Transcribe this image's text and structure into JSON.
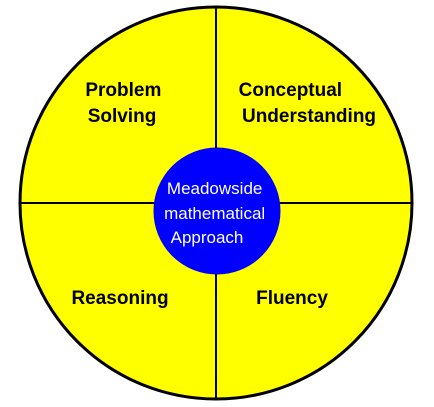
{
  "diagram": {
    "quadrants": [
      {
        "id": "problem-solving",
        "lines": [
          "Problem",
          "Solving"
        ]
      },
      {
        "id": "conceptual-understanding",
        "lines": [
          "Conceptual",
          "Understanding"
        ]
      },
      {
        "id": "reasoning",
        "lines": [
          "Reasoning"
        ]
      },
      {
        "id": "fluency",
        "lines": [
          "Fluency"
        ]
      }
    ],
    "center": {
      "lines": [
        "Meadowside",
        "mathematical",
        "Approach"
      ]
    }
  },
  "colors": {
    "quadrant_fill": "#ffff00",
    "outline": "#000000",
    "center_fill": "#0000ff",
    "center_text": "#ffffff"
  }
}
